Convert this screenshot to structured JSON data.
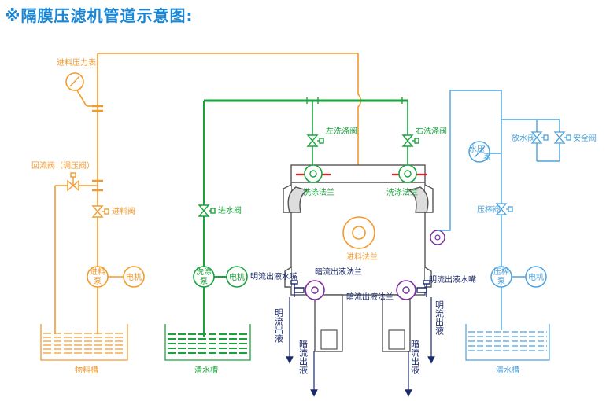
{
  "title": "※隔膜压滤机管道示意图:",
  "colors": {
    "orange": "#f39a2b",
    "green": "#1aa33c",
    "blue": "#4aa3df",
    "navy": "#1b2a6b",
    "gray": "#555555",
    "red": "#e02020",
    "title": "#1a86d4"
  },
  "labels": {
    "inlet_gauge": "进料压力表",
    "return_valve": "回流阀（调压阀）",
    "inlet_valve": "进料阀",
    "feed_pump_1": "进料",
    "feed_pump_2": "泵",
    "motor_1": "电机",
    "material_tank": "物料槽",
    "water_inlet_valve": "进水阀",
    "wash_pump_1": "洗涤",
    "wash_pump_2": "泵",
    "motor_2": "电机",
    "clean_tank_1": "清水槽",
    "left_wash_valve": "左洗涤阀",
    "right_wash_valve": "右洗涤阀",
    "wash_flange_left": "洗涤法兰",
    "wash_flange_right": "洗涤法兰",
    "feed_flange": "进料法兰",
    "open_nozzle_left": "明流出液水嘴",
    "open_nozzle_right": "明流出液水嘴",
    "hidden_flange_top": "暗流出液法兰",
    "hidden_flange_bottom": "暗流出液法兰",
    "open_outflow_left": "明流出液",
    "open_outflow_right": "明流出液",
    "hidden_outflow_left": "暗流出液",
    "hidden_outflow_right": "暗流出液",
    "water_gauge_1": "水压",
    "water_gauge_2": "表",
    "drain_valve": "放水阀",
    "safety_valve": "安全阀",
    "squeeze_valve": "压榨阀",
    "squeeze_pump_1": "压榨",
    "squeeze_pump_2": "泵",
    "motor_3": "电机",
    "clean_tank_2": "清水槽"
  }
}
